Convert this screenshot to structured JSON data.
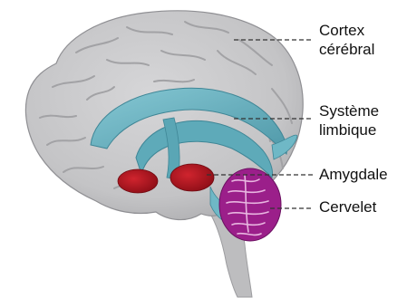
{
  "diagram": {
    "labels": {
      "cortex": [
        "Cortex",
        "cérébral"
      ],
      "limbic": [
        "Système",
        "limbique"
      ],
      "amygdala": "Amygdale",
      "cerebellum": "Cervelet"
    }
  },
  "colors": {
    "background": "#ffffff",
    "cortex": "#c9c9cb",
    "cortex_shade": "#a9a9ac",
    "brainstem": "#bdbdbf",
    "limbic": "#6fb8c6",
    "limbic_dark": "#4f98a8",
    "amygdala": "#b0141e",
    "cerebellum": "#9b1f8a",
    "cerebellum_light": "#e8b6e0",
    "leader_line": "#333333",
    "label_text": "#111111"
  }
}
